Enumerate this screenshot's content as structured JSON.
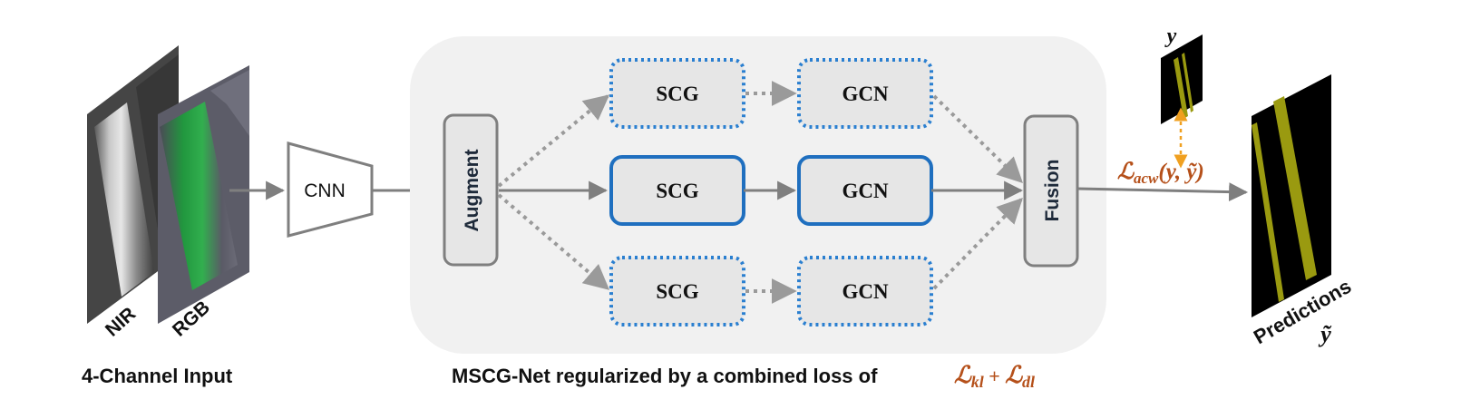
{
  "input": {
    "nir_label": "NIR",
    "rgb_label": "RGB",
    "caption": "4-Channel Input"
  },
  "cnn": {
    "label": "CNN"
  },
  "augment": {
    "label": "Augment"
  },
  "branches": {
    "top": {
      "scg": "SCG",
      "gcn": "GCN"
    },
    "middle": {
      "scg": "SCG",
      "gcn": "GCN"
    },
    "bottom": {
      "scg": "SCG",
      "gcn": "GCN"
    }
  },
  "fusion": {
    "label": "Fusion"
  },
  "network_caption": {
    "text": "MSCG-Net regularized  by  a combined loss of",
    "loss_kl": "ℒ",
    "loss_kl_sub": "kl",
    "plus": " + ",
    "loss_dl": "ℒ",
    "loss_dl_sub": "dl"
  },
  "acw_loss": {
    "symbol": "ℒ",
    "sub": "acw",
    "args": "(y, ỹ)"
  },
  "ground_truth": {
    "label": "y"
  },
  "predictions": {
    "label": "Predictions",
    "symbol": "ỹ"
  },
  "colors": {
    "accent_blue": "#1f6fbf",
    "dotted_blue": "#2a7fd0",
    "loss_orange": "#b5501a",
    "arrow_gray": "#8a8a8a",
    "box_fill": "#e6e6e6",
    "panel_fill": "#f1f1f1",
    "mask_yellow": "#9a9a10",
    "rgb_green": "#1e9a3c"
  }
}
